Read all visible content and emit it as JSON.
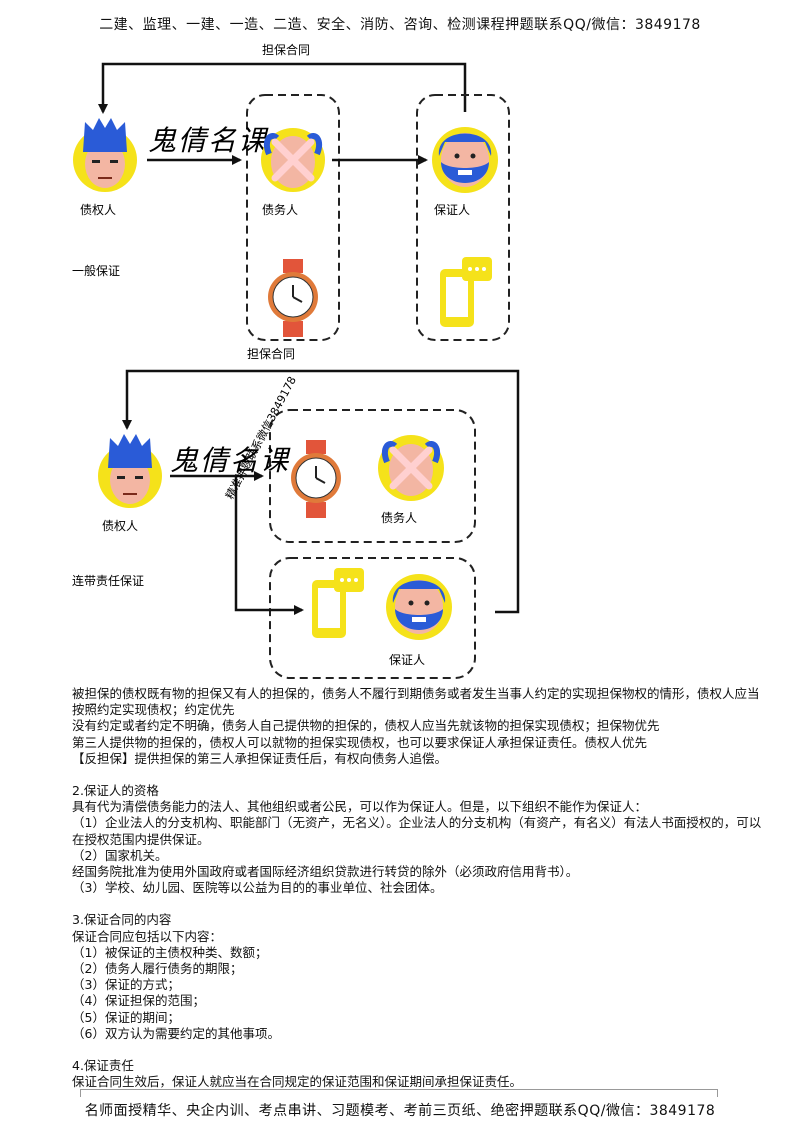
{
  "header": {
    "text": "二建、监理、一建、一造、二造、安全、消防、咨询、检测课程押题联系QQ/微信：3849178"
  },
  "footer": {
    "text": "名师面授精华、央企内训、考点串讲、习题模考、考前三页纸、绝密押题联系QQ/微信：3849178"
  },
  "diagram1": {
    "top_label": "担保合同",
    "bottom_label": "担保合同",
    "creditor": "债权人",
    "debtor": "债务人",
    "guarantor": "保证人",
    "type": "一般保证"
  },
  "diagram2": {
    "creditor": "债权人",
    "debtor": "债务人",
    "guarantor": "保证人",
    "type": "连带责任保证"
  },
  "watermark": {
    "text": "鬼倩名课",
    "diag": "精准押题联系微信3849178"
  },
  "colors": {
    "red_x": "#ffd0d0",
    "skin": "#f3b6a3",
    "hair": "#2a5bd7",
    "yellow": "#f5e21a",
    "strap": "#e2553a"
  },
  "paragraphs": {
    "p1": "被担保的债权既有物的担保又有人的担保的，债务人不履行到期债务或者发生当事人约定的实现担保物权的情形，债权人应当按照约定实现债权；约定优先",
    "p2": "没有约定或者约定不明确，债务人自己提供物的担保的，债权人应当先就该物的担保实现债权；担保物优先",
    "p3": "第三人提供物的担保的，债权人可以就物的担保实现债权，也可以要求保证人承担保证责任。债权人优先",
    "p4": "【反担保】提供担保的第三人承担保证责任后，有权向债务人追偿。",
    "s2_title": "2.保证人的资格",
    "s2_intro": "具有代为清偿债务能力的法人、其他组织或者公民，可以作为保证人。但是，以下组织不能作为保证人：",
    "s2_i1": "（1）企业法人的分支机构、职能部门（无资产，无名义）。企业法人的分支机构（有资产，有名义）有法人书面授权的，可以在授权范围内提供保证。",
    "s2_i2": "（2）国家机关。",
    "s2_i2b": "经国务院批准为使用外国政府或者国际经济组织贷款进行转贷的除外（必须政府信用背书）。",
    "s2_i3": "（3）学校、幼儿园、医院等以公益为目的的事业单位、社会团体。",
    "s3_title": "3.保证合同的内容",
    "s3_intro": "保证合同应包括以下内容：",
    "s3_i1": "（1）被保证的主债权种类、数额；",
    "s3_i2": "（2）债务人履行债务的期限；",
    "s3_i3": "（3）保证的方式；",
    "s3_i4": "（4）保证担保的范围；",
    "s3_i5": "（5）保证的期间；",
    "s3_i6": "（6）双方认为需要约定的其他事项。",
    "s4_title": "4.保证责任",
    "s4_intro": "保证合同生效后，保证人就应当在合同规定的保证范围和保证期间承担保证责任。"
  }
}
